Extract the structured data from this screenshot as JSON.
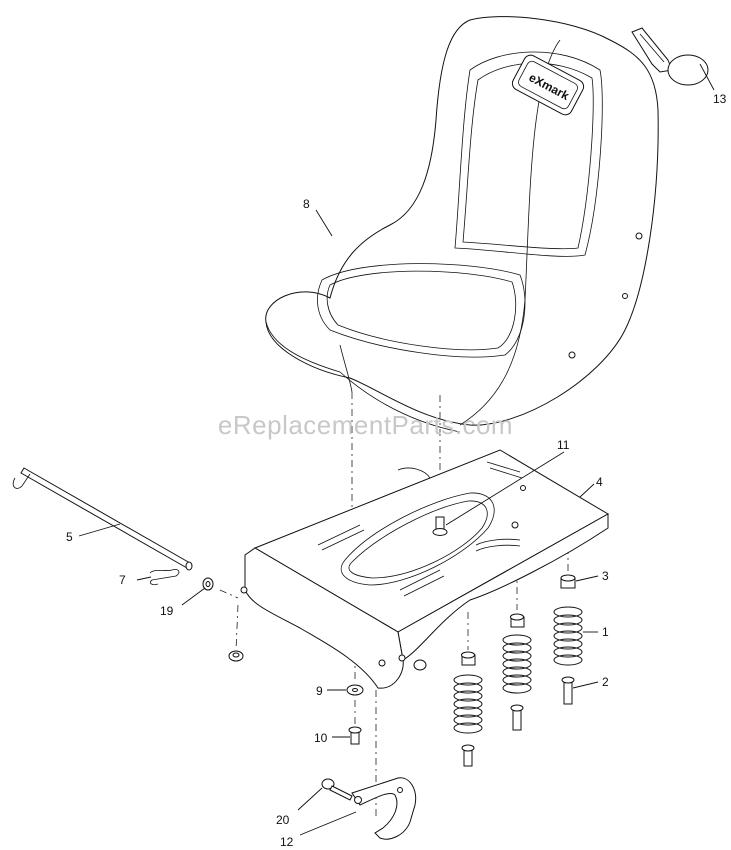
{
  "watermark": "eReplacementParts.com",
  "seat_logo": "eXmark",
  "callouts": {
    "c1": "1",
    "c2": "2",
    "c3": "3",
    "c4": "4",
    "c5": "5",
    "c7": "7",
    "c8": "8",
    "c9": "9",
    "c10": "10",
    "c11": "11",
    "c12": "12",
    "c13": "13",
    "c19": "19",
    "c20": "20"
  }
}
